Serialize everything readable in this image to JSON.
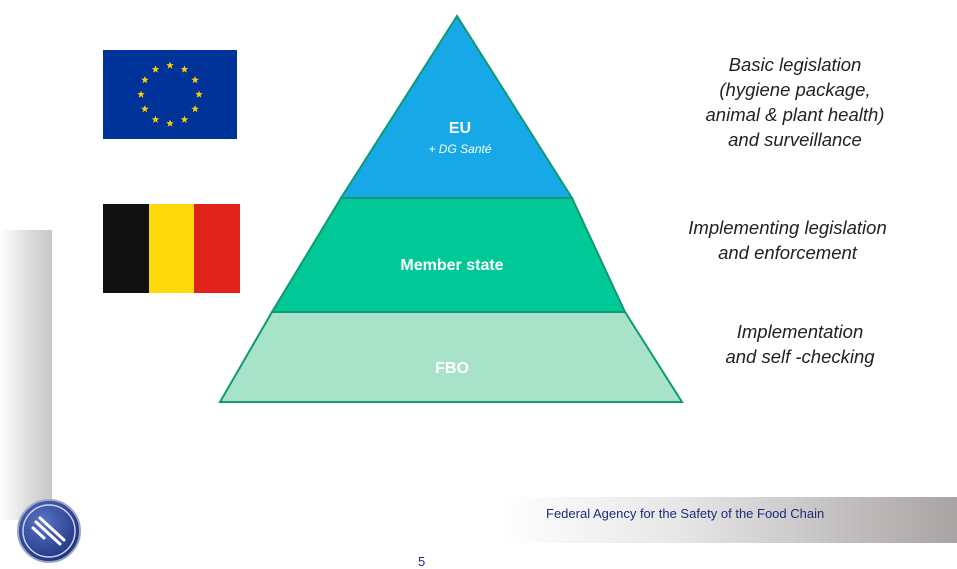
{
  "pyramid": {
    "levels": [
      {
        "label": "EU",
        "sublabel": "+ DG Santé",
        "color": "#17a8e8"
      },
      {
        "label": "Member state",
        "color": "#00c896"
      },
      {
        "label": "FBO",
        "color": "#a7e3c9"
      }
    ],
    "stroke_color": "#119a72"
  },
  "descriptions": {
    "eu": [
      "Basic legislation",
      "(hygiene package,",
      "animal & plant health)",
      "and surveillance"
    ],
    "member_state": [
      "Implementing legislation",
      "and enforcement"
    ],
    "fbo": [
      "Implementation",
      "and self -checking"
    ]
  },
  "flags": {
    "eu": {
      "background": "#003399",
      "star_color": "#ffcc00"
    },
    "belgium": {
      "colors": [
        "#111111",
        "#ffd90c",
        "#e0221b"
      ]
    }
  },
  "footer": {
    "agency": "Federal Agency for the Safety of the Food Chain",
    "page_number": "5"
  }
}
